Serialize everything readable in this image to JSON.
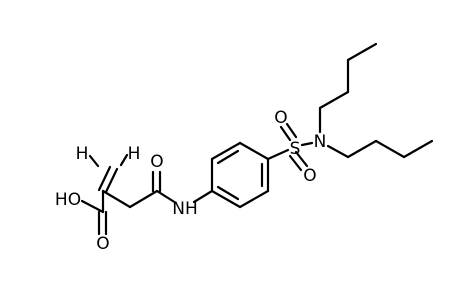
{
  "molecule": {
    "atom_labels": {
      "h_left": "H",
      "h_right": "H",
      "hydroxyl": "HO",
      "carboxyl_oxygen": "O",
      "amide_oxygen": "O",
      "amide_nitrogen": "NH",
      "sulfur": "S",
      "sulfonyl_oxygen_top": "O",
      "sulfonyl_oxygen_bottom": "O",
      "sulfonamide_nitrogen": "N"
    },
    "colors": {
      "bond": "#000000",
      "label": "#000000",
      "background": "#ffffff"
    }
  }
}
